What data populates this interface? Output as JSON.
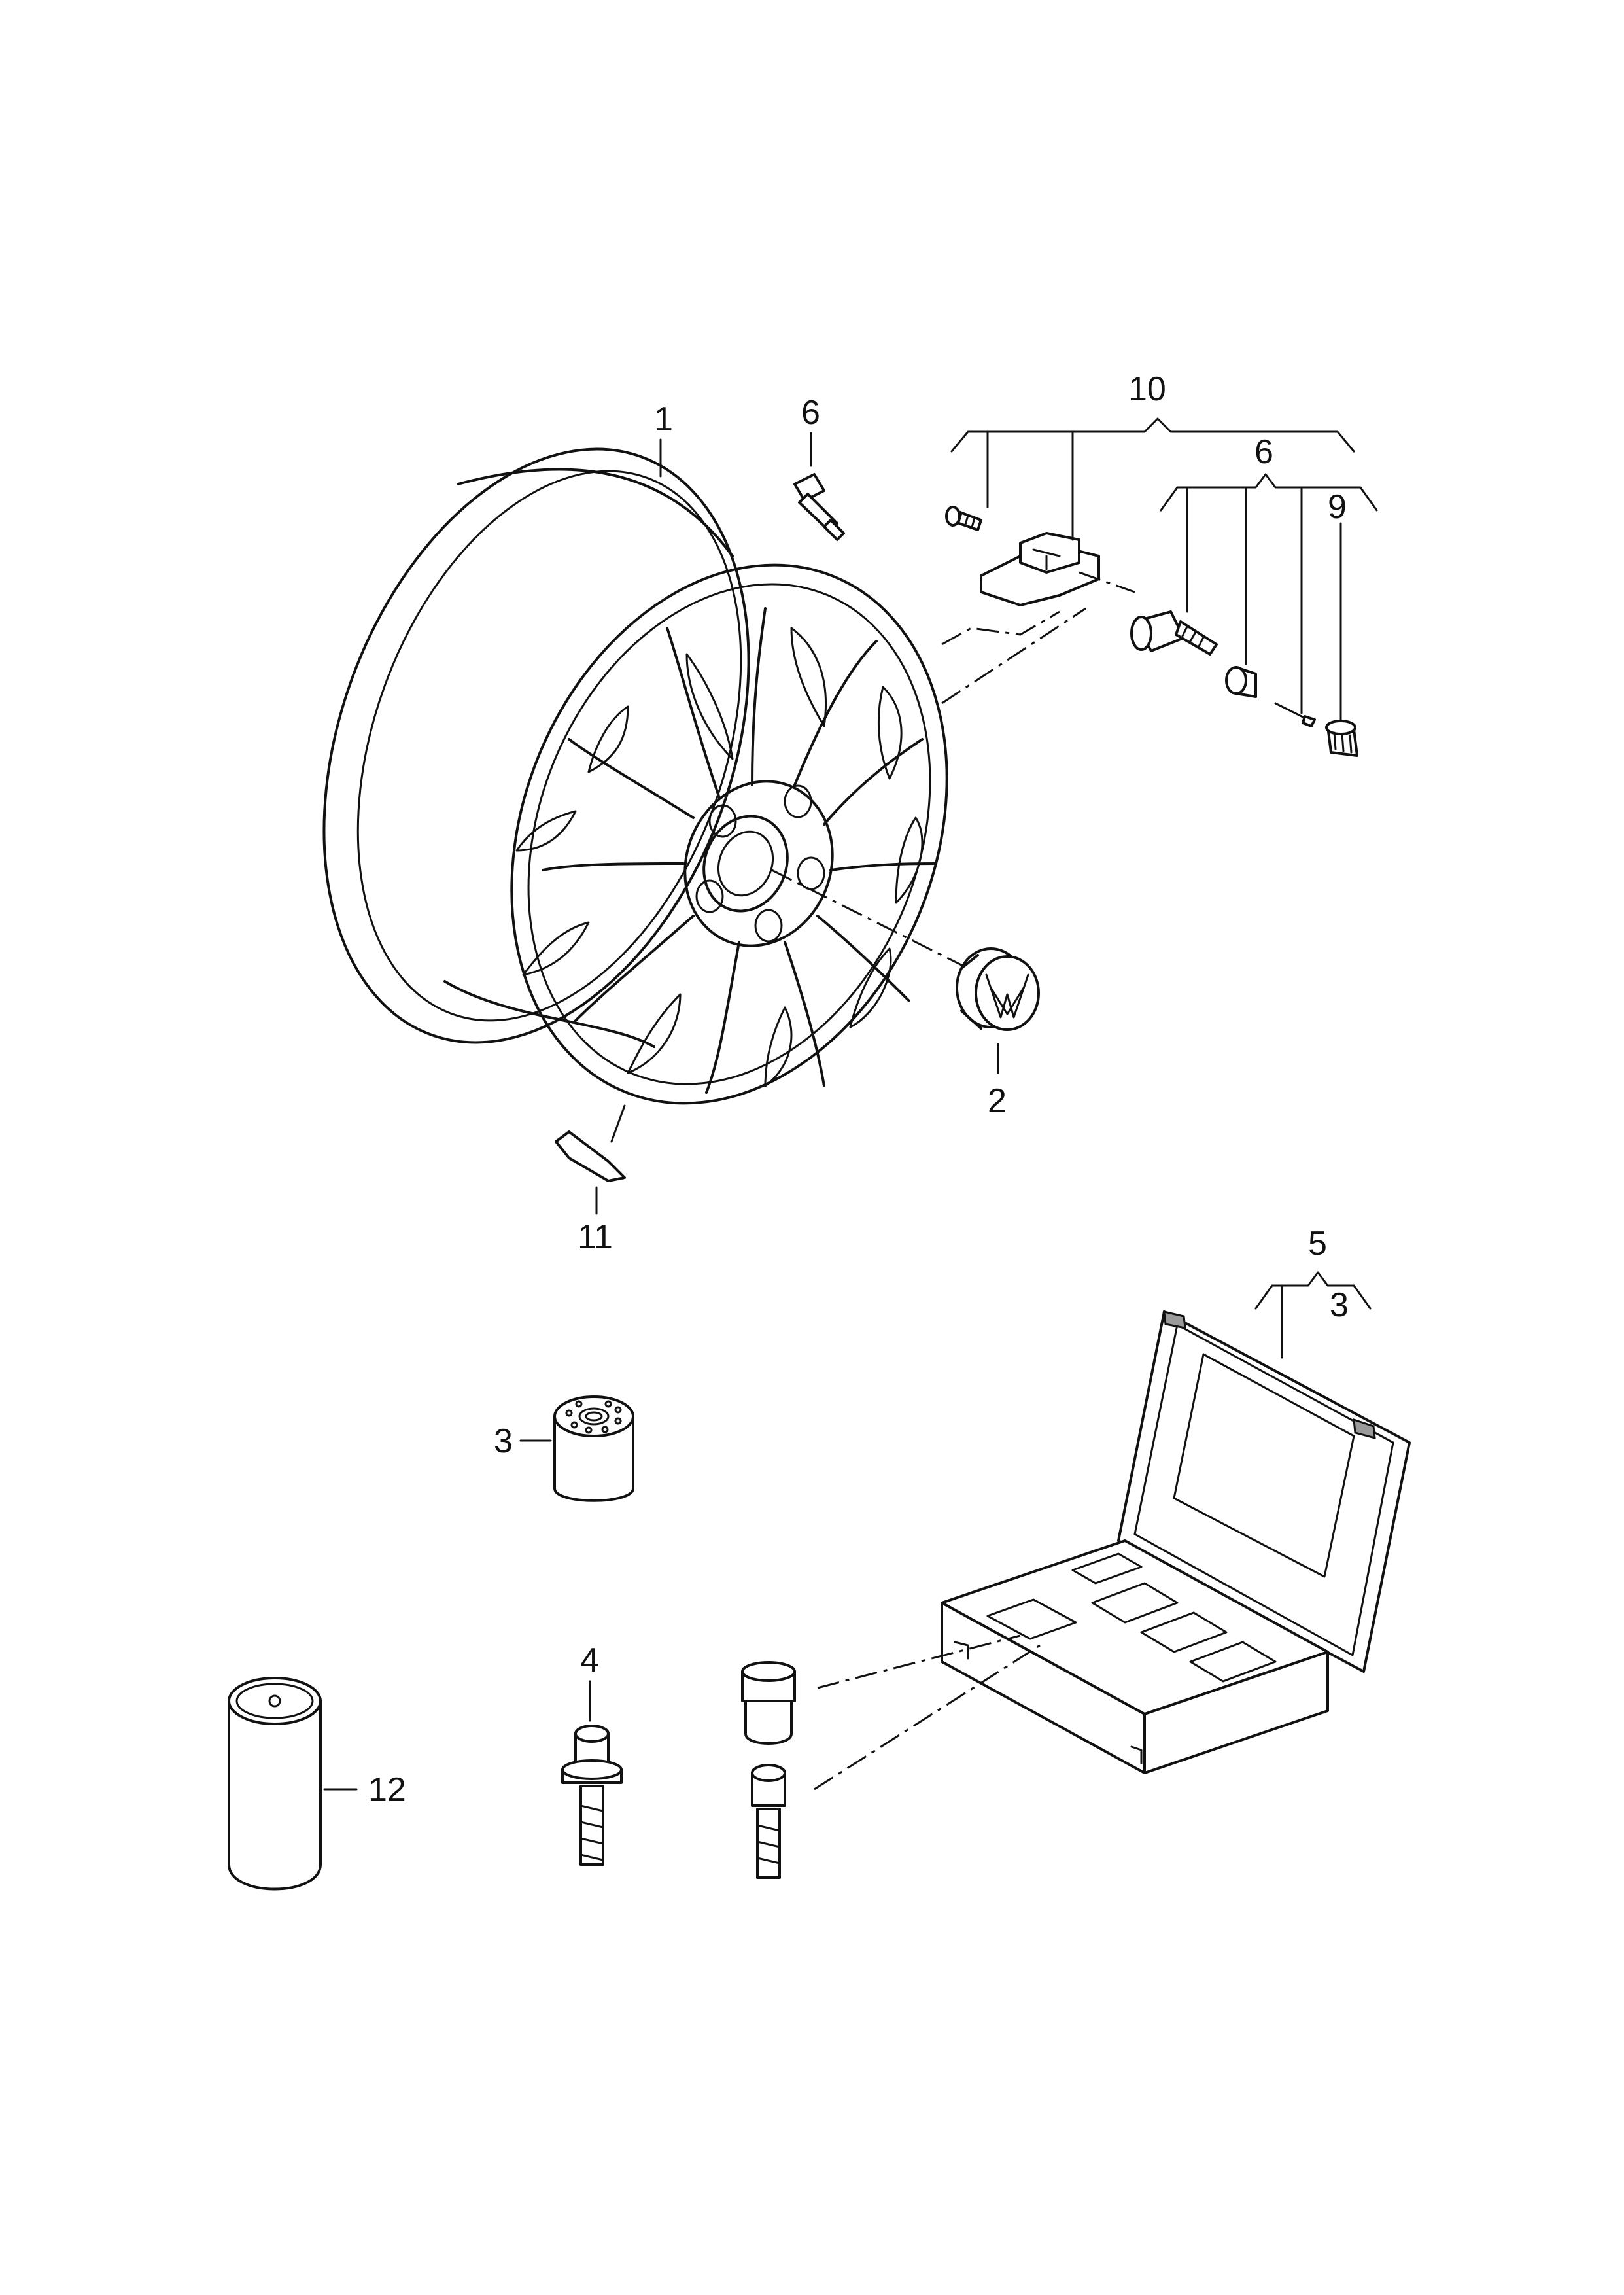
{
  "callouts": {
    "c1": "1",
    "c2": "2",
    "c3a": "3",
    "c3b": "3",
    "c4": "4",
    "c5": "5",
    "c6a": "6",
    "c6b": "6",
    "c9": "9",
    "c10": "10",
    "c11": "11",
    "c12": "12"
  },
  "colors": {
    "line": "#111111",
    "background": "#ffffff"
  }
}
